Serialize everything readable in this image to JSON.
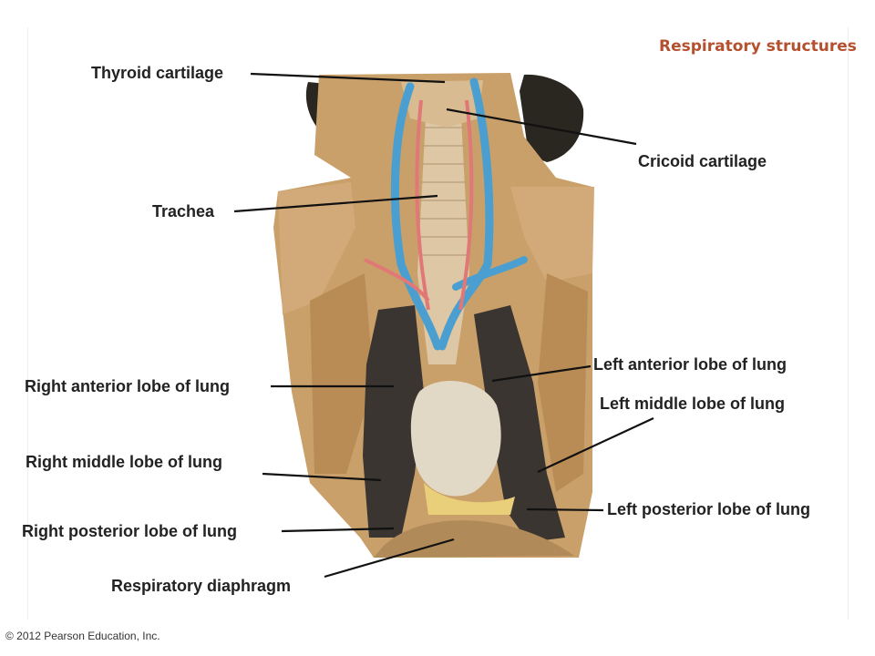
{
  "figure": {
    "title": "Respiratory structures",
    "copyright": "© 2012 Pearson Education, Inc."
  },
  "labels": {
    "thyroid_cartilage": "Thyroid cartilage",
    "cricoid_cartilage": "Cricoid cartilage",
    "trachea": "Trachea",
    "left_anterior_lobe": "Left anterior lobe of lung",
    "right_anterior_lobe": "Right anterior lobe of lung",
    "left_middle_lobe": "Left middle lobe of lung",
    "right_middle_lobe": "Right middle lobe of lung",
    "left_posterior_lobe": "Left posterior lobe of lung",
    "right_posterior_lobe": "Right posterior lobe of lung",
    "respiratory_diaphragm": "Respiratory diaphragm"
  },
  "colors": {
    "title": "#b5502e",
    "label_text": "#222222",
    "leader_line": "#111111",
    "tissue": "#c9a06a",
    "tissue_dark": "#a87a45",
    "fur": "#2a2620",
    "lung": "#3a3530",
    "heart": "#e2d8c6",
    "trachea": "#ddc7a4",
    "vein": "#4a9fd0",
    "artery": "#e07878",
    "fat": "#e9cf7a"
  }
}
